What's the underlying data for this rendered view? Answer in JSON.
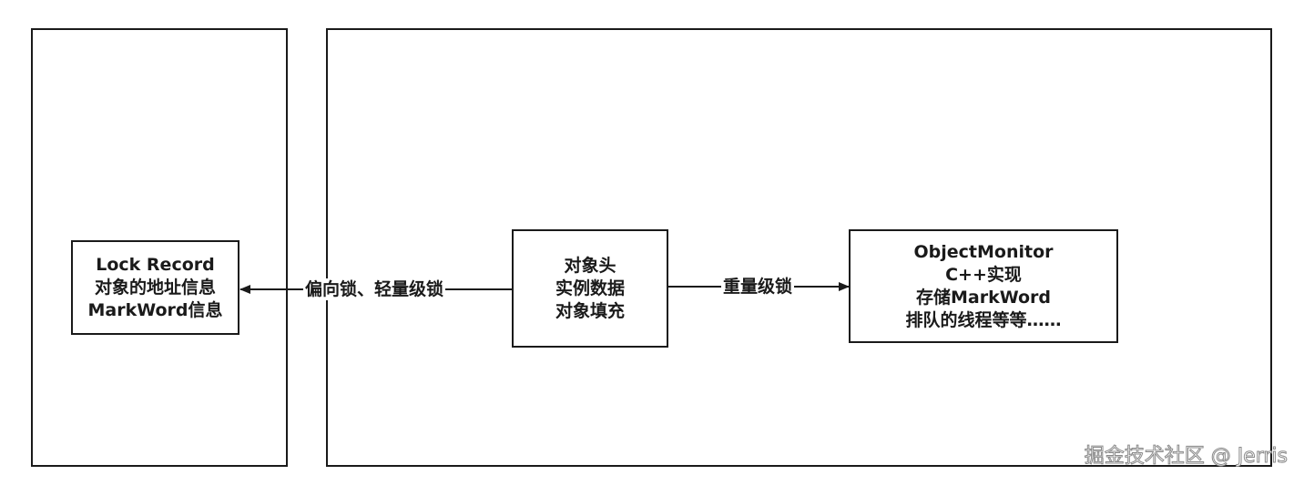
{
  "diagram": {
    "nodes": {
      "lock_record": [
        "Lock Record",
        "对象的地址信息",
        "MarkWord信息"
      ],
      "object": [
        "对象头",
        "实例数据",
        "对象填充"
      ],
      "monitor": [
        "ObjectMonitor",
        "C++实现",
        "存储MarkWord",
        "排队的线程等等……"
      ]
    },
    "edges": {
      "biased_light": "偏向锁、轻量级锁",
      "heavy": "重量级锁"
    }
  },
  "watermark": "掘金技术社区 @ Jerris"
}
